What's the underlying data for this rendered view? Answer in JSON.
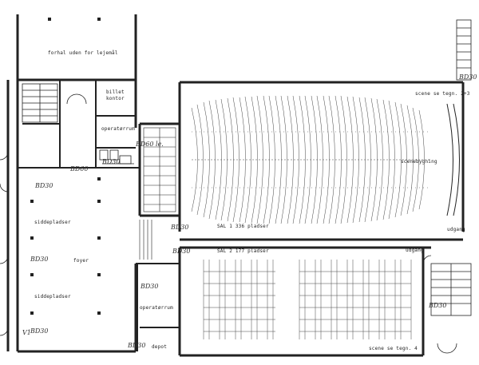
{
  "plan": {
    "rooms": {
      "forhal": "forhal uden for lejemål",
      "billet": "billet",
      "kontor": "kontor",
      "operatorrum_top": "operatørrum",
      "operatorrum_bottom": "operatørrum",
      "depot": "depot",
      "foyer": "foyer",
      "siddepladser_1": "siddepladser",
      "siddepladser_2": "siddepladser",
      "sal1": "SAL 1  336 pladser",
      "sal2": "SAL 2  177 pladser",
      "scene1": "scene se tegn. 2+3",
      "scene2": "scene se tegn. 4",
      "scenebygning": "scenebygning",
      "udgang_1": "udgang",
      "udgang_2": "udgang"
    },
    "annotations": {
      "bd30_a": "BD30",
      "bd60": "BD60",
      "bd30_b": "BD30",
      "bd30_c": "BD30",
      "bd30_d": "BD30",
      "bd30_e": "BD30",
      "bd30_f": "BD30",
      "bd30_g": "BD30",
      "bd60_le": "BD60 le.",
      "bd30_scene": "BD30",
      "bd30_depot": "BD30",
      "v1": "V1",
      "bd30_foyer_bottom": "BD30"
    }
  }
}
